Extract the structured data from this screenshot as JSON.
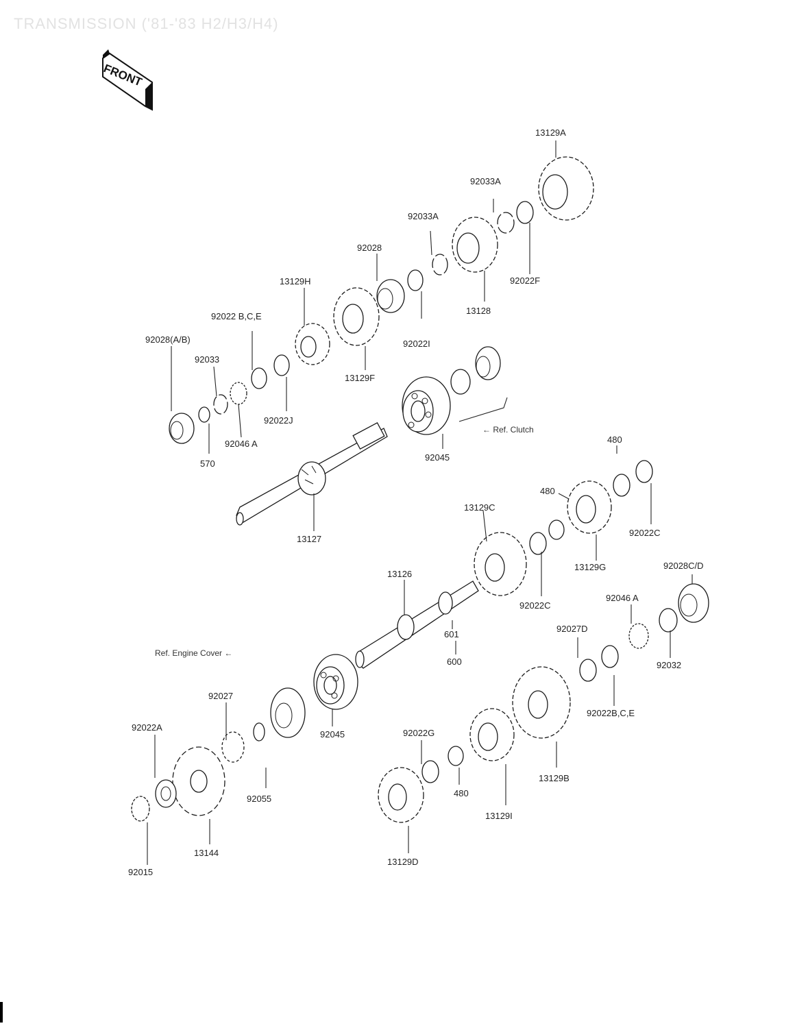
{
  "title": "TRANSMISSION ('81-'83 H2/H3/H4)",
  "page_ref": "",
  "front_badge": "FRONT",
  "labels": {
    "p13129A": "13129A",
    "p92033A_1": "92033A",
    "p92033A_2": "92033A",
    "p92022F": "92022F",
    "p13128": "13128",
    "p92028": "92028",
    "p92022I": "92022I",
    "p13129H": "13129H",
    "p13129F": "13129F",
    "p92022BCE": "92022 B,C,E",
    "p92028AB": "92028(A/B)",
    "p92033": "92033",
    "p92022J": "92022J",
    "p92046A_1": "92046 A",
    "p570": "570",
    "p92045_1": "92045",
    "p13127": "13127",
    "p480_1": "480",
    "p480_2": "480",
    "p92022C_1": "92022C",
    "p13129C_1": "13129C",
    "p13129G": "13129G",
    "p92028CD": "92028C/D",
    "p92022C_2": "92022C",
    "p13126": "13126",
    "p92046A_2": "92046 A",
    "p92027D": "92027D",
    "p92032": "92032",
    "p601": "601",
    "p600": "600",
    "p92027": "92027",
    "p92045_2": "92045",
    "p92022A": "92022A",
    "p92055": "92055",
    "p92022G": "92022G",
    "p480_3": "480",
    "p13129I": "13129I",
    "p13129B": "13129B",
    "p92022BCE_2": "92022B,C,E",
    "p13144": "13144",
    "p92015": "92015",
    "p13129D": "13129D"
  },
  "refs": {
    "clutch": "← Ref. Clutch",
    "engine_cover": "Ref. Engine Cover ←"
  }
}
